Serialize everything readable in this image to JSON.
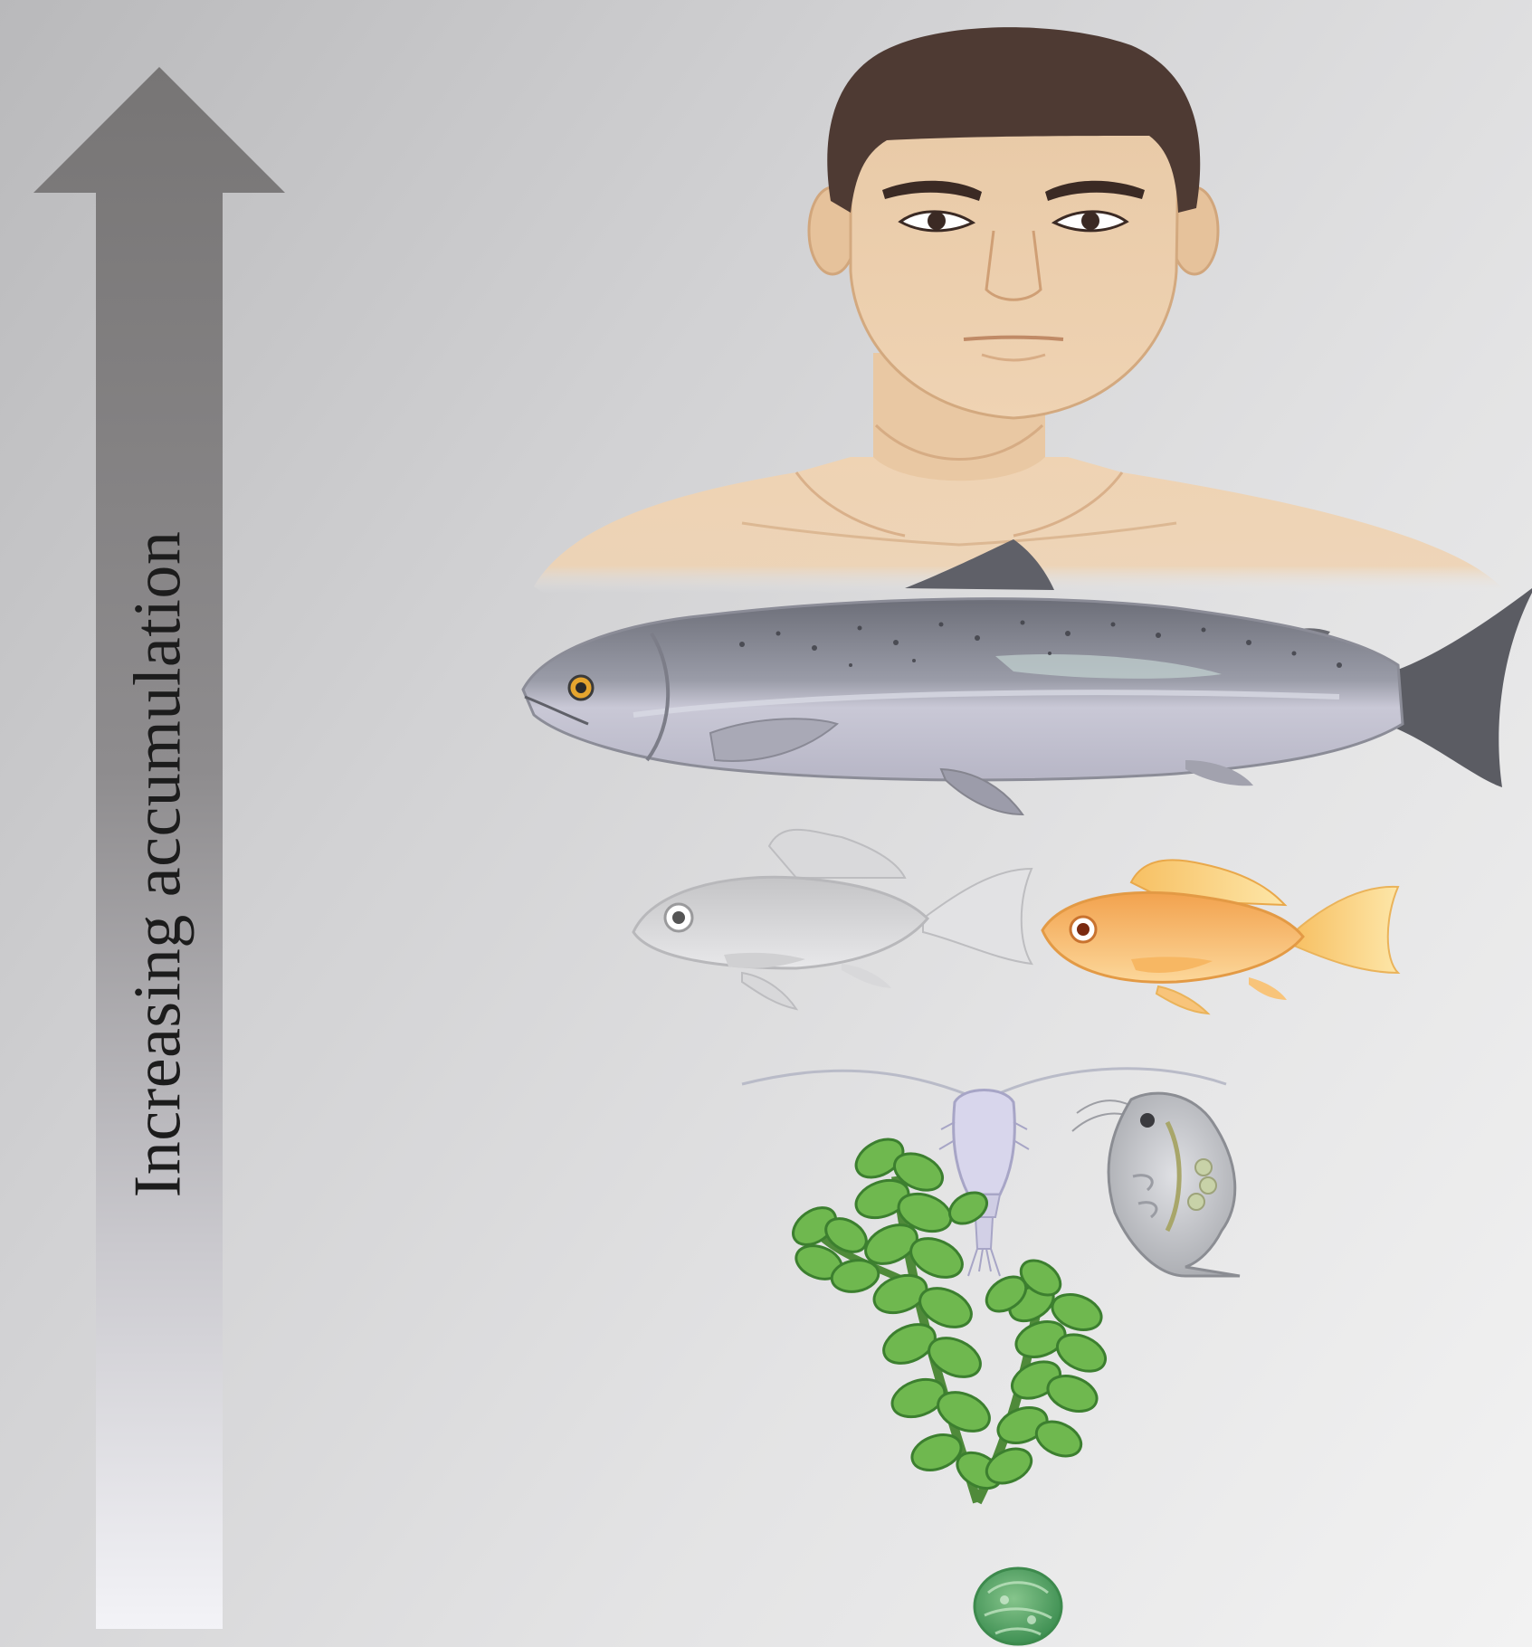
{
  "arrow": {
    "label": "Increasing accumulation",
    "colors": {
      "top": "#7a7878",
      "bottom": "#f2f2f6"
    }
  },
  "food_chain": [
    {
      "level": 5,
      "organism": "human-icon"
    },
    {
      "level": 4,
      "organism": "salmon-icon"
    },
    {
      "level": 3,
      "organism": "small-fish-icon"
    },
    {
      "level": 2,
      "organism": "zooplankton-icon"
    },
    {
      "level": 1,
      "organism": "aquatic-plant-icon"
    },
    {
      "level": 0,
      "organism": "phytoplankton-icon"
    }
  ]
}
